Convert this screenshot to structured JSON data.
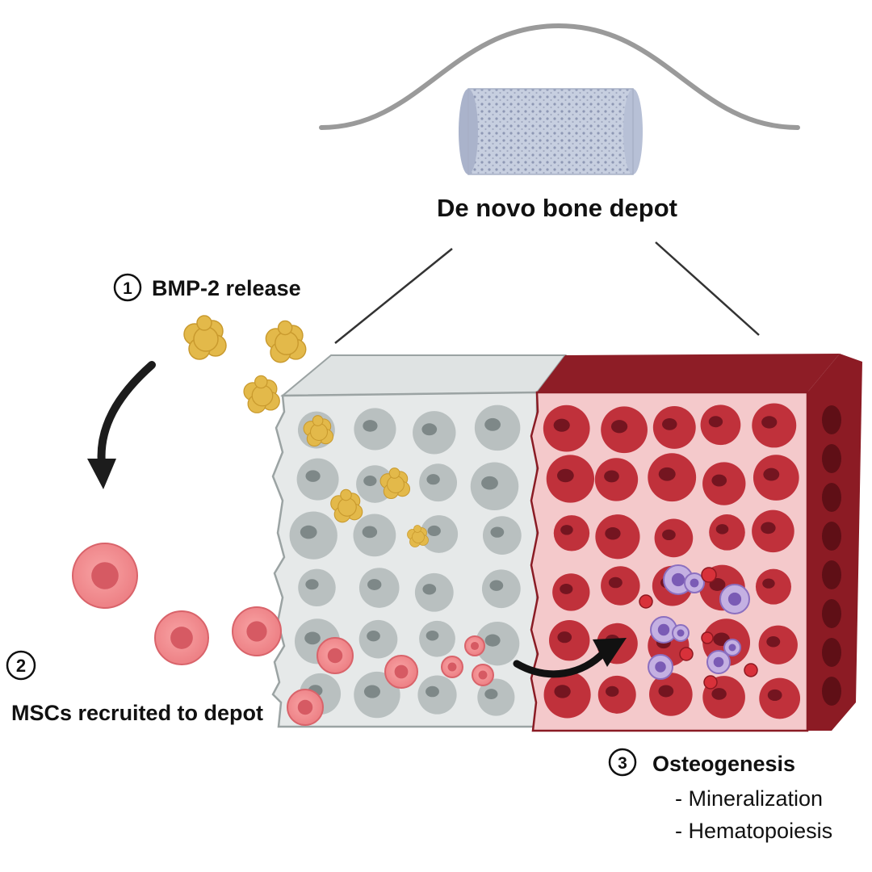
{
  "figure": {
    "depot_label": "De novo bone depot",
    "steps": [
      {
        "number": "1",
        "label": "BMP-2 release"
      },
      {
        "number": "2",
        "label": "MSCs recruited to depot"
      },
      {
        "number": "3",
        "label": "Osteogenesis",
        "sublabels": [
          "- Mineralization",
          "- Hematopoiesis"
        ]
      }
    ]
  },
  "colors": {
    "bone_light": "#e3e6e6",
    "bone_pore": "#8f9898",
    "marrow_red": "#b52c35",
    "marrow_dark": "#7e1820",
    "bmp2": "#e3b94a",
    "msc_pink": "#f08c8f",
    "immune_purple": "#b39bd6",
    "curve_gray": "#9a9a9a"
  },
  "icons": [
    "bell-curve-icon",
    "scaffold-cylinder-icon",
    "bmp2-protein-icon",
    "arrow-icon",
    "msc-cell-icon",
    "bone-cube-icon",
    "marrow-cube-icon",
    "blood-cell-icon"
  ]
}
